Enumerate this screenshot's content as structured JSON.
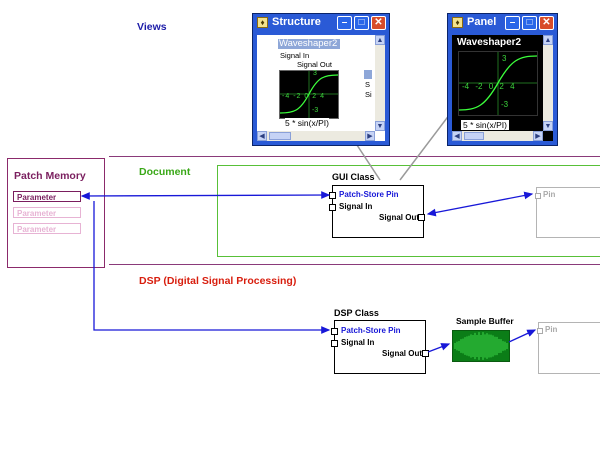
{
  "sections": {
    "views": "Views",
    "document": "Document",
    "dsp": "DSP (Digital Signal Processing)"
  },
  "colors": {
    "views": "#1c1ca8",
    "document": "#3aa818",
    "dsp": "#d81e0e",
    "link": "#1818d8"
  },
  "patch_memory": {
    "title": "Patch Memory",
    "params": [
      "Parameter",
      "Parameter",
      "Parameter"
    ]
  },
  "gui_class": {
    "title": "GUI Class",
    "pins": {
      "patch_store": "Patch-Store Pin",
      "signal_in": "Signal In",
      "signal_out": "Signal Out"
    }
  },
  "dsp_class": {
    "title": "DSP Class",
    "pins": {
      "patch_store": "Patch-Store Pin",
      "signal_in": "Signal In",
      "signal_out": "Signal Out"
    }
  },
  "ghost_pin_label": "Pin",
  "sample_buffer": {
    "title": "Sample Buffer"
  },
  "structure_window": {
    "title": "Structure",
    "module_name": "Waveshaper2",
    "pin_in": "Signal In",
    "pin_out": "Signal Out",
    "side_labels": [
      "S",
      "Si"
    ],
    "formula": "5 * sin(x/PI)",
    "ticks_x": [
      "-4",
      "-2",
      "0",
      "2",
      "4"
    ],
    "ticks_y": [
      "3",
      "0",
      "-3"
    ]
  },
  "panel_window": {
    "title": "Panel",
    "module_name": "Waveshaper2",
    "formula": "5 * sin(x/PI)",
    "ticks_x": [
      "-4",
      "-2",
      "0",
      "2",
      "4"
    ],
    "ticks_y": [
      "3",
      "0",
      "-3"
    ]
  }
}
